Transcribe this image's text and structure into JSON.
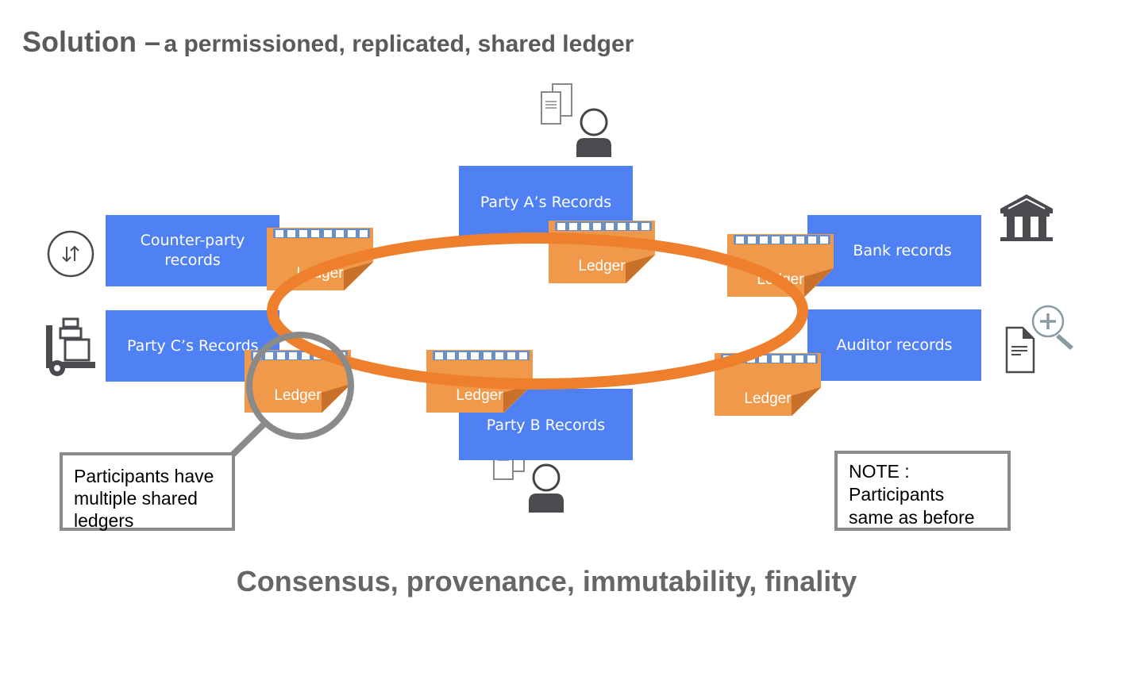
{
  "title": {
    "main": "Solution –",
    "sub": "a permissioned, replicated, shared ledger"
  },
  "participants": {
    "counterparty": "Counter-party records",
    "party_a": "Party A’s Records",
    "bank": "Bank records",
    "party_c": "Party C’s Records",
    "auditor": "Auditor records",
    "party_b": "Party B Records"
  },
  "ledger_label": "Ledger",
  "callout": "Participants have multiple shared ledgers",
  "note": "NOTE : Participants same as before",
  "footer": "Consensus, provenance, immutability, finality",
  "colors": {
    "participant_box": "#4f81f5",
    "ledger": "#f0994a",
    "ring": "#ee7f2d",
    "magnifier": "#8a8a8a"
  }
}
